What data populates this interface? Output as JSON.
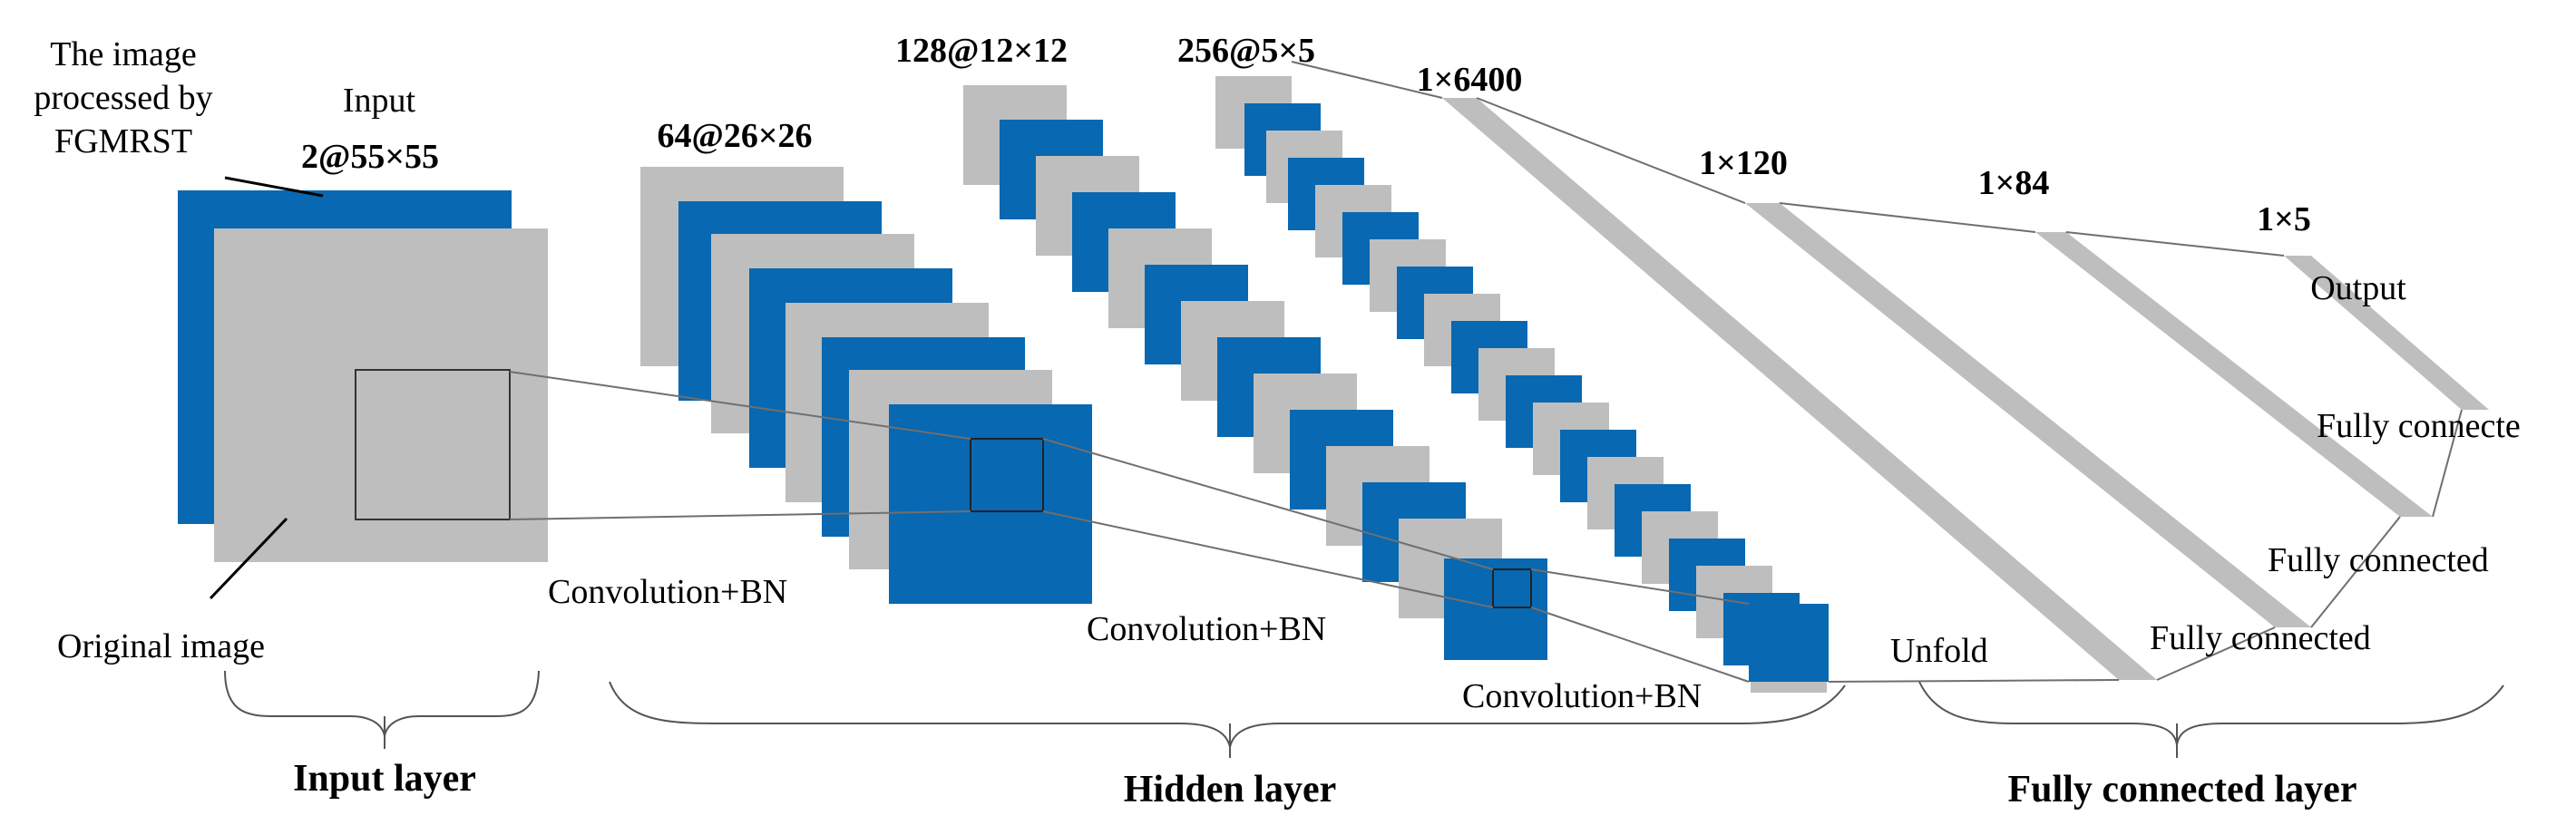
{
  "colors": {
    "blue": "#0868b1",
    "gray": "#bebebe",
    "line": "#6f6f6f"
  },
  "input": {
    "note_lines": [
      "The image",
      "processed by",
      "FGMRST"
    ],
    "input_label": "Input",
    "input_dim": "2@55×55",
    "original_label": "Original image",
    "layer_caption": "Input layer"
  },
  "hidden": {
    "conv1_dim": "64@26×26",
    "conv2_dim": "128@12×12",
    "conv3_dim": "256@5×5",
    "conv_label": "Convolution+BN",
    "layer_caption": "Hidden layer"
  },
  "fc": {
    "unfold_dim": "1×6400",
    "fc1_dim": "1×120",
    "fc2_dim": "1×84",
    "out_dim": "1×5",
    "output_label": "Output",
    "fc_label": "Fully connected",
    "fc_label_clipped": "Fully connecte",
    "unfold_label": "Unfold",
    "layer_caption": "Fully connected layer"
  }
}
